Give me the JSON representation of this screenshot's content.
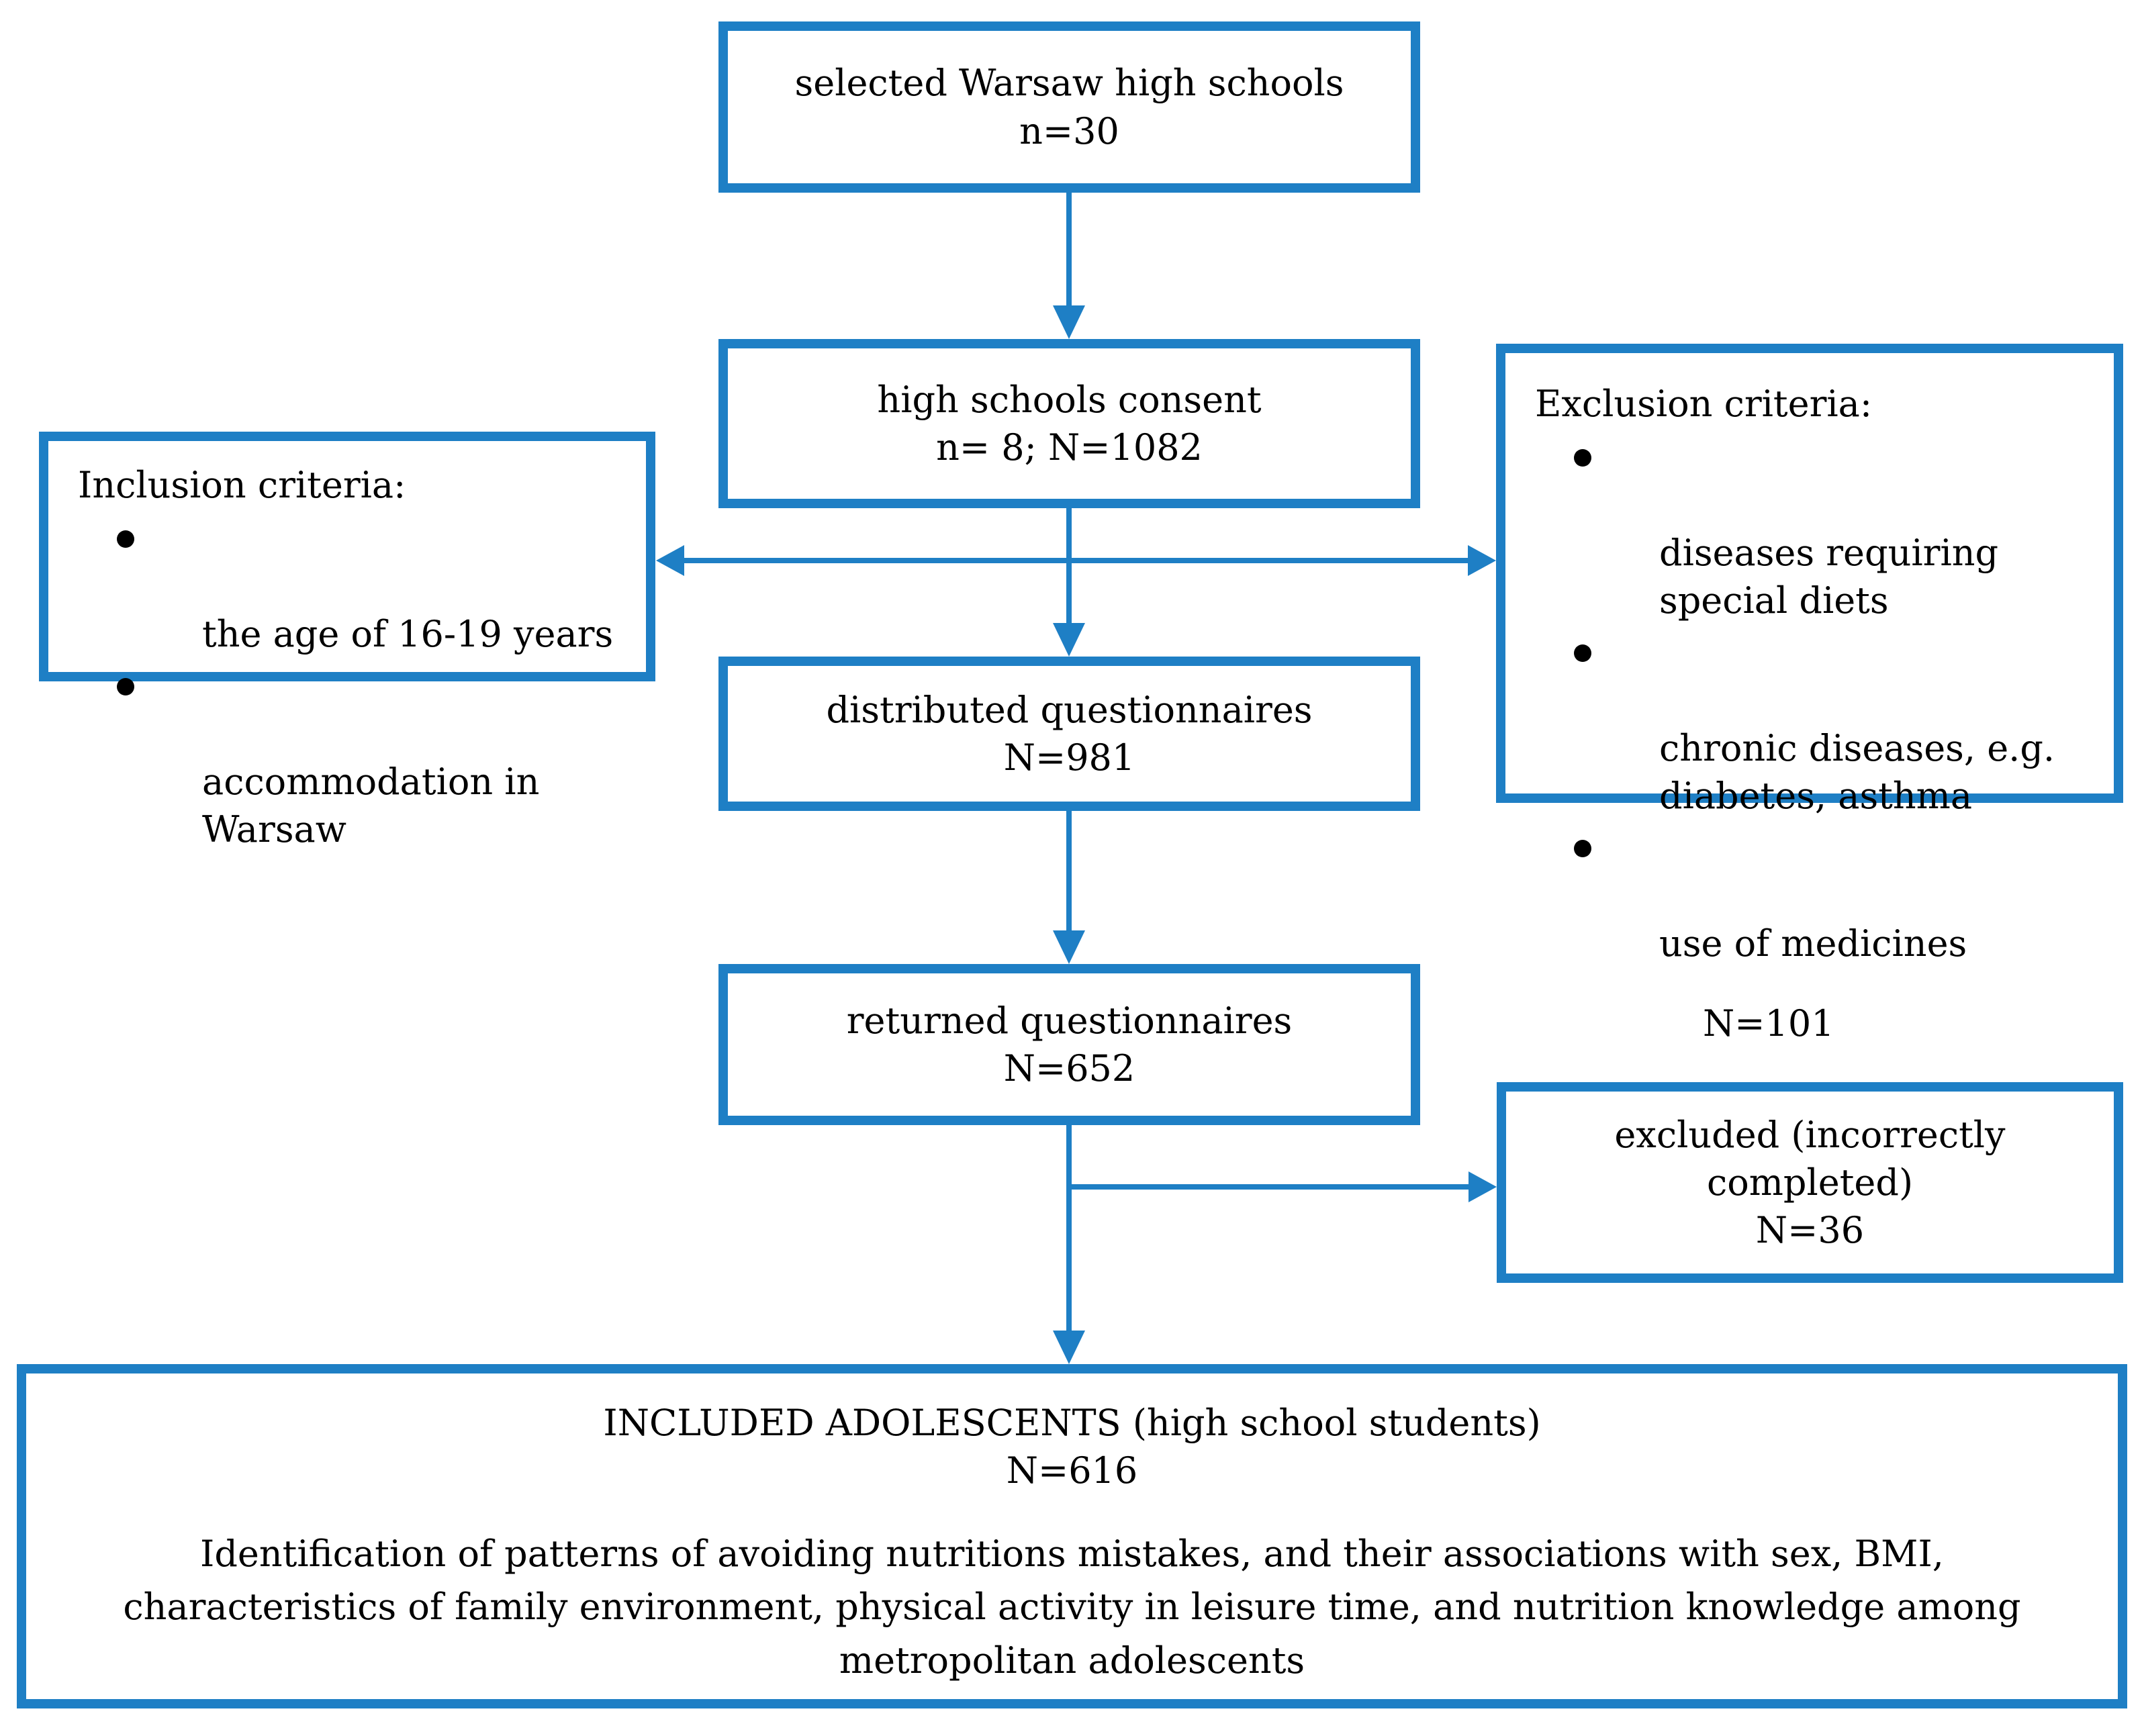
{
  "colors": {
    "accent": "#1E7FC5",
    "text": "#000000",
    "background": "#FFFFFF"
  },
  "flow": {
    "selected_schools": {
      "label": "selected Warsaw high schools",
      "count": "n=30"
    },
    "schools_consent": {
      "label": "high schools consent",
      "count": "n= 8; N=1082"
    },
    "inclusion_criteria": {
      "title": "Inclusion criteria:",
      "items": [
        "the age of 16-19 years",
        "accommodation in\nWarsaw"
      ]
    },
    "exclusion_criteria": {
      "title": "Exclusion criteria:",
      "items": [
        "diseases requiring\nspecial diets",
        "chronic diseases, e.g.\ndiabetes, asthma",
        "use of medicines"
      ],
      "count": "N=101"
    },
    "distributed_questionnaires": {
      "label": "distributed questionnaires",
      "count": "N=981"
    },
    "returned_questionnaires": {
      "label": "returned questionnaires",
      "count": "N=652"
    },
    "excluded": {
      "label": "excluded (incorrectly\ncompleted)",
      "count": "N=36"
    },
    "included": {
      "title": "INCLUDED ADOLESCENTS (high school students)",
      "count": "N=616",
      "description": "Identification of patterns of avoiding nutritions mistakes, and their associations with sex, BMI,\ncharacteristics of family environment, physical activity in leisure time, and nutrition knowledge among\nmetropolitan adolescents"
    }
  }
}
